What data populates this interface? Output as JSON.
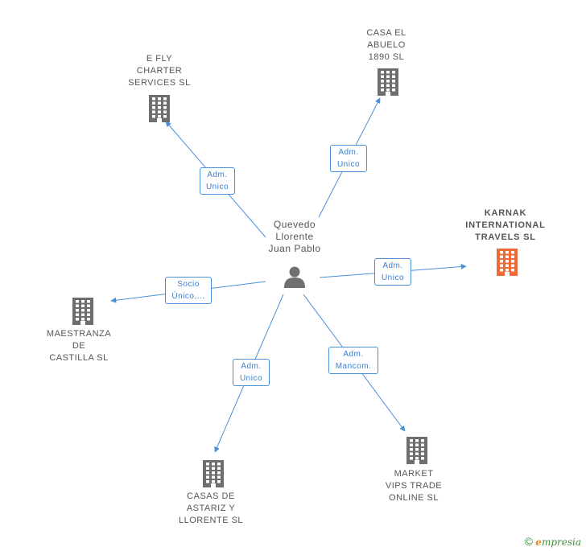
{
  "center": {
    "name": "Quevedo\nLlorente\nJuan Pablo",
    "icon": "person-icon"
  },
  "companies": [
    {
      "id": "efly",
      "name": "E FLY\nCHARTER\nSERVICES SL",
      "icon": "building-icon",
      "color": "#6e6e6e"
    },
    {
      "id": "casa_abuelo",
      "name": "CASA EL\nABUELO\n1890 SL",
      "icon": "building-icon",
      "color": "#6e6e6e"
    },
    {
      "id": "karnak",
      "name": "KARNAK\nINTERNATIONAL\nTRAVELS SL",
      "icon": "building-icon",
      "color": "#f06a35",
      "highlight": true
    },
    {
      "id": "maestranza",
      "name": "MAESTRANZA\nDE\nCASTILLA SL",
      "icon": "building-icon",
      "color": "#6e6e6e"
    },
    {
      "id": "casas_astariz",
      "name": "CASAS DE\nASTARIZ Y\nLLORENTE SL",
      "icon": "building-icon",
      "color": "#6e6e6e"
    },
    {
      "id": "market_vips",
      "name": "MARKET\nVIPS TRADE\nONLINE SL",
      "icon": "building-icon",
      "color": "#6e6e6e"
    }
  ],
  "relations": [
    {
      "target": "efly",
      "label": "Adm.\nUnico"
    },
    {
      "target": "casa_abuelo",
      "label": "Adm.\nUnico"
    },
    {
      "target": "karnak",
      "label": "Adm.\nUnico"
    },
    {
      "target": "maestranza",
      "label": "Socio\nÚnico,..."
    },
    {
      "target": "casas_astariz",
      "label": "Adm.\nUnico"
    },
    {
      "target": "market_vips",
      "label": "Adm.\nMancom."
    }
  ],
  "colors": {
    "edge": "#4a90d9",
    "building": "#6e6e6e",
    "highlight": "#f06a35",
    "person": "#707070"
  },
  "brand": {
    "copyright": "©",
    "e": "e",
    "rest": "mpresia"
  }
}
